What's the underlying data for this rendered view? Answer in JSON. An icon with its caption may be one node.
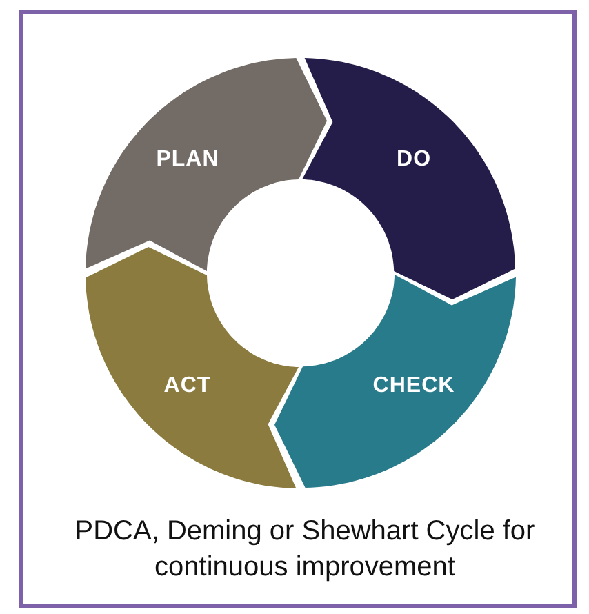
{
  "diagram": {
    "caption": "PDCA, Deming or Shewhart Cycle for continuous improvement",
    "nodes": [
      {
        "text": [
          "PLAN"
        ]
      },
      {
        "text": [
          "DO"
        ]
      },
      {
        "text": [
          "CHECK"
        ]
      },
      {
        "text": [
          "ACT"
        ]
      }
    ]
  }
}
